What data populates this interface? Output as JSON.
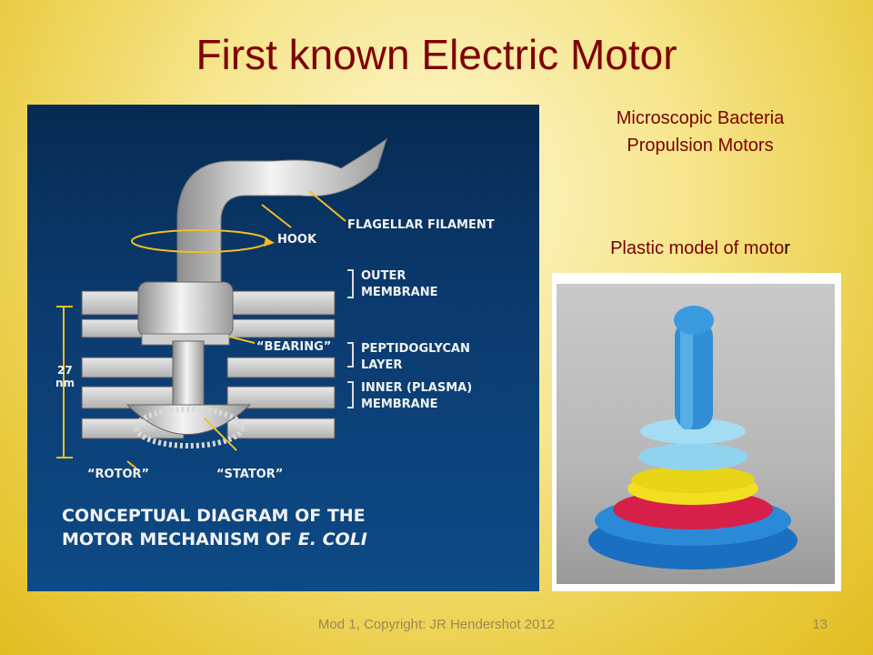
{
  "slide": {
    "title": "First known Electric Motor",
    "caption_top_line1": "Microscopic Bacteria",
    "caption_top_line2": "Propulsion Motors",
    "caption_model_main": "Plastic model of moto",
    "caption_model_end": "r",
    "footer": "Mod 1, Copyright: JR Hendershot 2012",
    "page_number": "13"
  },
  "diagram": {
    "label_hook": "HOOK",
    "label_filament": "FLAGELLAR FILAMENT",
    "label_outer_1": "OUTER",
    "label_outer_2": "MEMBRANE",
    "label_bearing": "“BEARING”",
    "label_pepti_1": "PEPTIDOGLYCAN",
    "label_pepti_2": "LAYER",
    "label_inner_1": "INNER (PLASMA)",
    "label_inner_2": "MEMBRANE",
    "label_size_1": "27",
    "label_size_2": "nm",
    "label_rotor": "“ROTOR”",
    "label_stator": "“STATOR”",
    "caption_line1": "CONCEPTUAL DIAGRAM OF THE",
    "caption_line2_a": "MOTOR MECHANISM OF ",
    "caption_line2_b": "E. COLI"
  },
  "colors": {
    "title": "#800000",
    "diagram_bg": "#0b3a6e",
    "leader": "#f0c020"
  }
}
